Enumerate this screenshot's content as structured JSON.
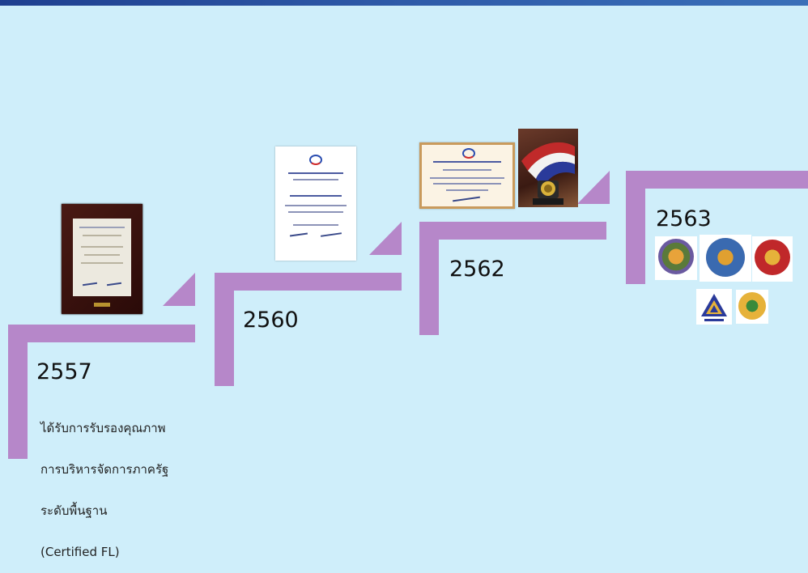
{
  "timeline": {
    "steps": [
      {
        "year": "2557",
        "caption_lines": [
          "ได้รับการรับรองคุณภาพ",
          "การบริหารจัดการภาครัฐ",
          "ระดับพื้นฐาน",
          "(Certified FL)"
        ]
      },
      {
        "year": "2560"
      },
      {
        "year": "2562"
      },
      {
        "year": "2563"
      }
    ]
  },
  "colors": {
    "background": "#cfeefa",
    "stair": "#b687c9",
    "topbar": "#2f5aa8"
  }
}
